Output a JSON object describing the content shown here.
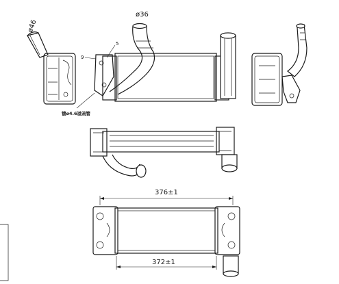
{
  "drawing": {
    "side_view_left": {
      "callout_diameter": "ø46"
    },
    "front_view": {
      "callout_diameter": "ø36",
      "callout_9": "9",
      "callout_5": "5",
      "note": "镀ø4.6溢流管"
    },
    "top_view": {},
    "bottom_view": {
      "dim_overall": "376±1",
      "dim_core": "372±1"
    }
  }
}
